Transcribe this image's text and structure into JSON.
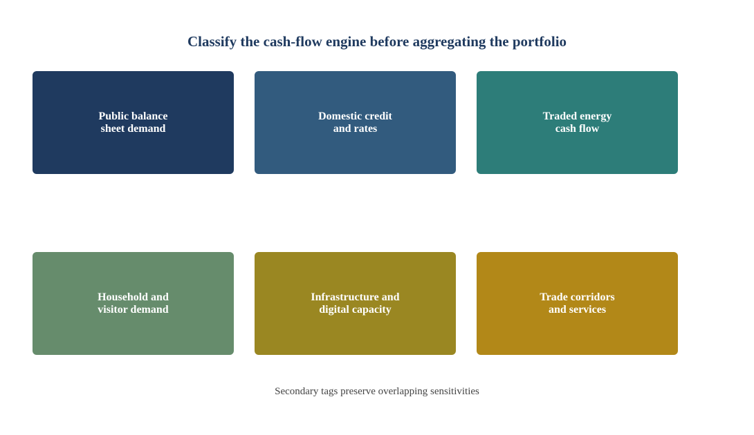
{
  "title": "Classify the cash-flow engine before aggregating the portfolio",
  "cards": [
    {
      "label": "Public balance\nsheet demand",
      "color": "#1f3a5f"
    },
    {
      "label": "Domestic credit\nand rates",
      "color": "#325b7e"
    },
    {
      "label": "Traded energy\ncash flow",
      "color": "#2d7d79"
    },
    {
      "label": "Household and\nvisitor demand",
      "color": "#668c6c"
    },
    {
      "label": "Infrastructure and\ndigital capacity",
      "color": "#9a8722"
    },
    {
      "label": "Trade corridors\nand services",
      "color": "#b28818"
    }
  ],
  "footnote": "Secondary tags preserve overlapping sensitivities"
}
